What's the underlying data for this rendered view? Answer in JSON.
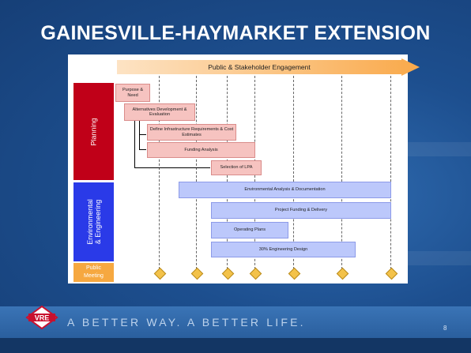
{
  "slide": {
    "title": "GAINESVILLE-HAYMARKET EXTENSION",
    "tagline": "A BETTER WAY. A BETTER LIFE.",
    "page_number": "8",
    "logo_text": "VRE"
  },
  "diagram": {
    "engagement_label": "Public & Stakeholder Engagement",
    "phases": {
      "planning": "Planning",
      "environmental": "Environmental & Engineering",
      "public_meeting": "Public Meeting"
    },
    "tasks": {
      "purpose": "Purpose & Need",
      "alternatives": "Alternatives Development & Evaluation",
      "infrastructure": "Define Infrastructure Requirements & Cost Estimates",
      "funding_analysis": "Funding Analysis",
      "selection": "Selection of LPA",
      "env_analysis": "Environmental Analysis & Documentation",
      "project_funding": "Project Funding & Delivery",
      "operating_plans": "Operating Plans",
      "engineering_design": "30% Engineering Design"
    },
    "milestone_count": 7,
    "colors": {
      "planning_phase": "#c00018",
      "env_phase": "#2a3ae8",
      "public_phase": "#f6a840",
      "planning_task": "#f6c3c0",
      "env_task": "#bcc8fb",
      "engagement_arrow": "#f9b25a",
      "milestone": "#f3c24a"
    }
  }
}
